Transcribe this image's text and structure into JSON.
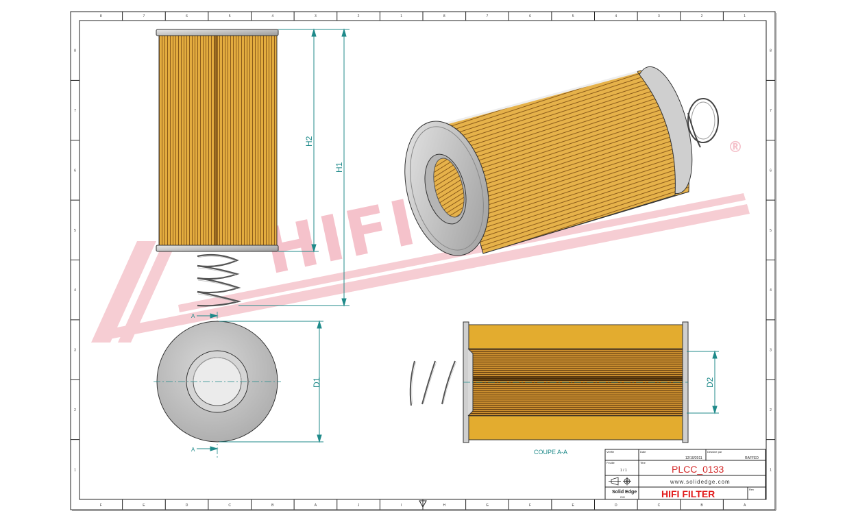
{
  "drawing": {
    "views": {
      "front": {
        "h1_label": "H1",
        "h2_label": "H2"
      },
      "bottom": {
        "d1_label": "D1",
        "section_marker_top": "A",
        "section_marker_bottom": "A"
      },
      "section": {
        "d2_label": "D2",
        "caption": "COUPE A-A"
      }
    },
    "watermark": {
      "text": "HIFI FILTER",
      "registered": "®"
    },
    "colors": {
      "media": "#e0a93a",
      "media_dark": "#8a5a1a",
      "endcap": "#b9b9b9",
      "dimension": "#1f8a8a",
      "watermark": "#f6c8cf"
    },
    "border": {
      "top_zones": [
        "8",
        "7",
        "6",
        "5",
        "4",
        "3",
        "2",
        "1",
        "8",
        "7",
        "6",
        "5",
        "4",
        "3",
        "2",
        "1"
      ],
      "bottom_zones": [
        "F",
        "E",
        "D",
        "C",
        "B",
        "A",
        "J",
        "I",
        "H",
        "G",
        "F",
        "E",
        "D",
        "C",
        "B",
        "A"
      ],
      "left_zones": [
        "8",
        "7",
        "6",
        "5",
        "4",
        "3",
        "2",
        "1"
      ],
      "right_zones": [
        "8",
        "7",
        "6",
        "5",
        "4",
        "3",
        "2",
        "1"
      ]
    }
  },
  "title_block": {
    "header_cells": [
      "Verifie",
      "Date",
      "Dessine par",
      "Feuille",
      "Titre"
    ],
    "date": "12/10/2011",
    "designer": "RAFFED",
    "sheet": "1 / 1",
    "part_number": "PLCC_0133",
    "website": "www.solidedge.com",
    "software": "Solid Edge",
    "software_sub": "ISO",
    "company": "HIFI FILTER",
    "rev_label": "Rev"
  }
}
